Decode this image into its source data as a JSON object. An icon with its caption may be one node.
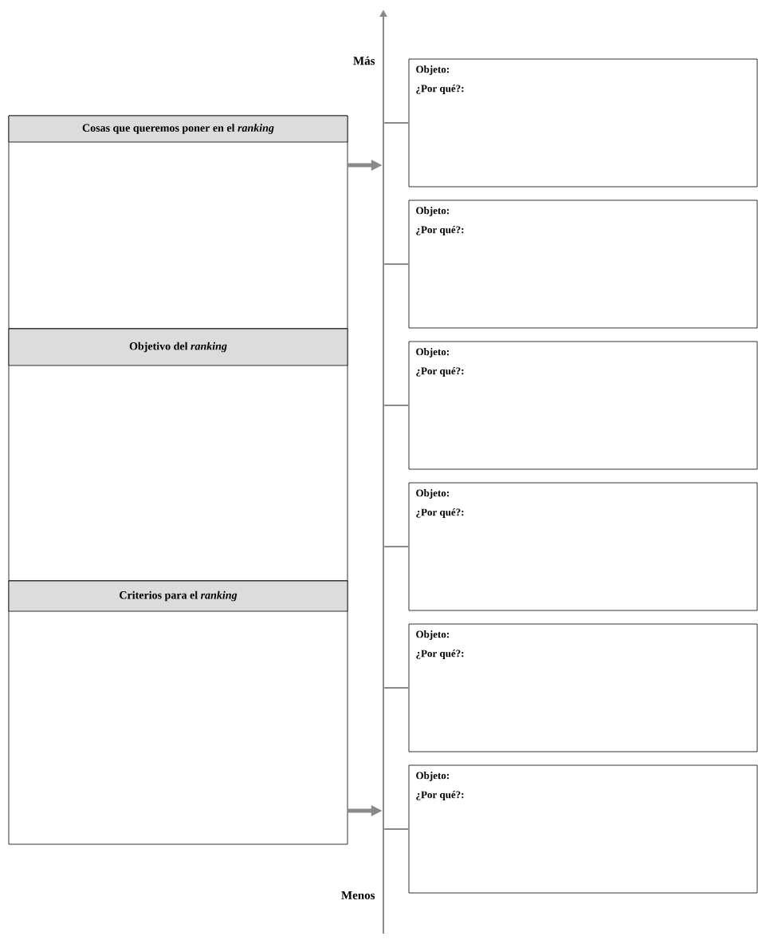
{
  "diagram": {
    "nodes": [
      {
        "text": [
          "Cosas que queremos poner en el *ranking*"
        ]
      },
      {
        "text": [
          "Objetivo del *ranking*"
        ]
      },
      {
        "text": [
          "Criterios para el *ranking*"
        ]
      },
      {
        "text": [],
        "shape": "bar",
        "beside": [
          "Más",
          "Menos"
        ]
      },
      {
        "text": [
          "Objeto:",
          "¿Por qué?:"
        ]
      },
      {
        "text": [
          "Objeto:",
          "¿Por qué?:"
        ]
      },
      {
        "text": [
          "Objeto:",
          "¿Por qué?:"
        ]
      },
      {
        "text": [
          "Objeto:",
          "¿Por qué?:"
        ]
      },
      {
        "text": [
          "Objeto:",
          "¿Por qué?:"
        ]
      },
      {
        "text": [
          "Objeto:",
          "¿Por qué?:"
        ]
      }
    ],
    "edges": [
      {
        "from": 0,
        "to": 3,
        "arrow": "to",
        "style": "thick"
      },
      {
        "from": 2,
        "to": 3,
        "arrow": "to",
        "style": "thick"
      },
      {
        "from": 3,
        "to": 4,
        "arrow": "none"
      },
      {
        "from": 3,
        "to": 5,
        "arrow": "none"
      },
      {
        "from": 3,
        "to": 6,
        "arrow": "none"
      },
      {
        "from": 3,
        "to": 7,
        "arrow": "none"
      },
      {
        "from": 3,
        "to": 8,
        "arrow": "none"
      },
      {
        "from": 3,
        "to": 9,
        "arrow": "none"
      }
    ]
  }
}
